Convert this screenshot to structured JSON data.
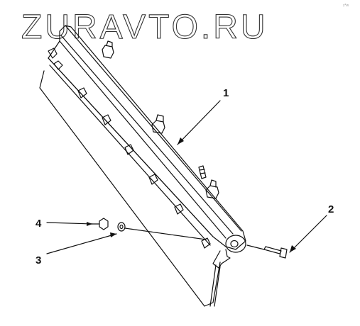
{
  "watermark": "ZURAVTO.RU",
  "corner_mark": "z*w",
  "callouts": {
    "c1": "1",
    "c2": "2",
    "c3": "3",
    "c4": "4"
  },
  "colors": {
    "line": "#111111",
    "watermark_stroke": "#333333",
    "background": "#ffffff"
  },
  "parts": [
    {
      "id": "1",
      "name": "blade-bar-assembly"
    },
    {
      "id": "2",
      "name": "bolt"
    },
    {
      "id": "3",
      "name": "washer"
    },
    {
      "id": "4",
      "name": "nut"
    }
  ]
}
